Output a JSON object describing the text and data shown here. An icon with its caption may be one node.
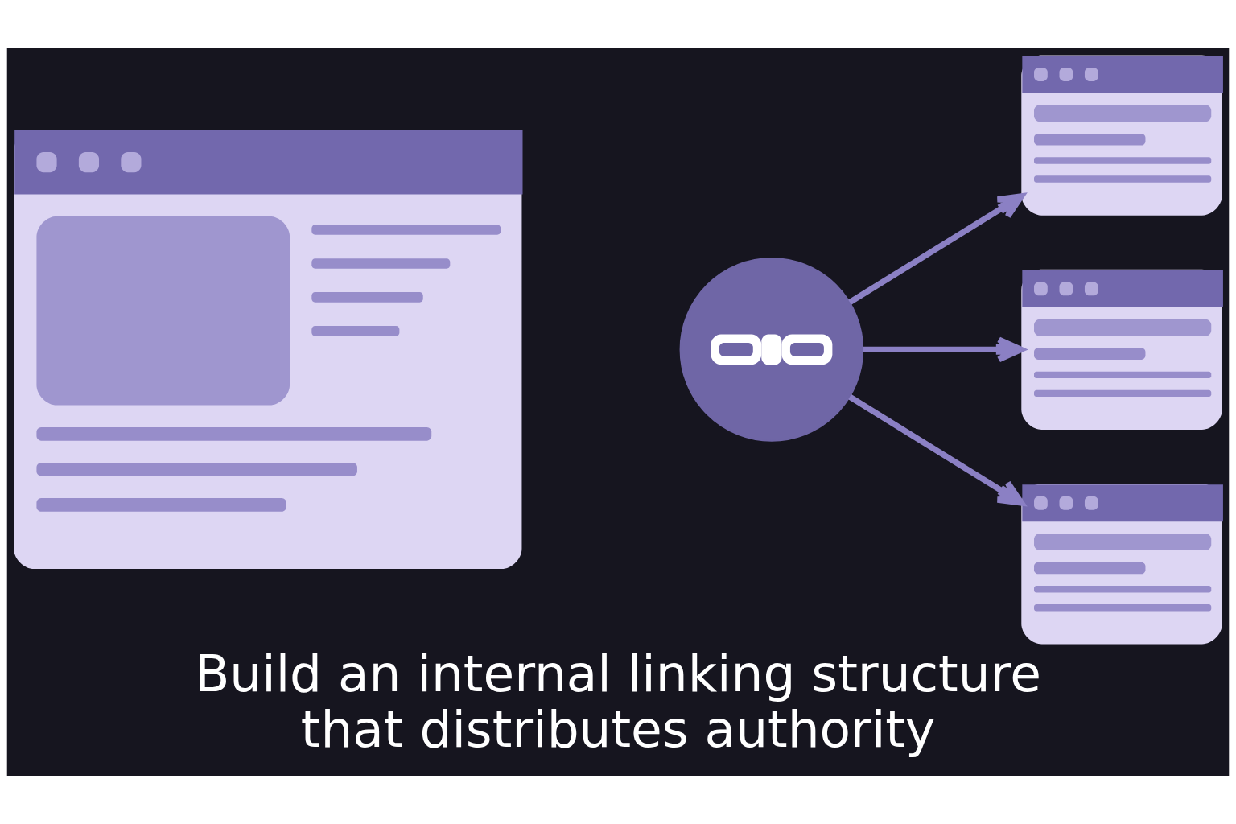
{
  "diagram": {
    "title": "Build an internal linking structure that distributes authority",
    "nodes": [
      {
        "text": [],
        "shape": "picture"
      },
      {
        "text": [],
        "shape": "circle"
      },
      {
        "text": [],
        "shape": "picture"
      },
      {
        "text": [],
        "shape": "picture"
      },
      {
        "text": [],
        "shape": "picture"
      }
    ],
    "edges": [
      {
        "from": 1,
        "to": 2,
        "arrow": "to"
      },
      {
        "from": 1,
        "to": 3,
        "arrow": "to"
      },
      {
        "from": 1,
        "to": 4,
        "arrow": "to"
      }
    ]
  }
}
